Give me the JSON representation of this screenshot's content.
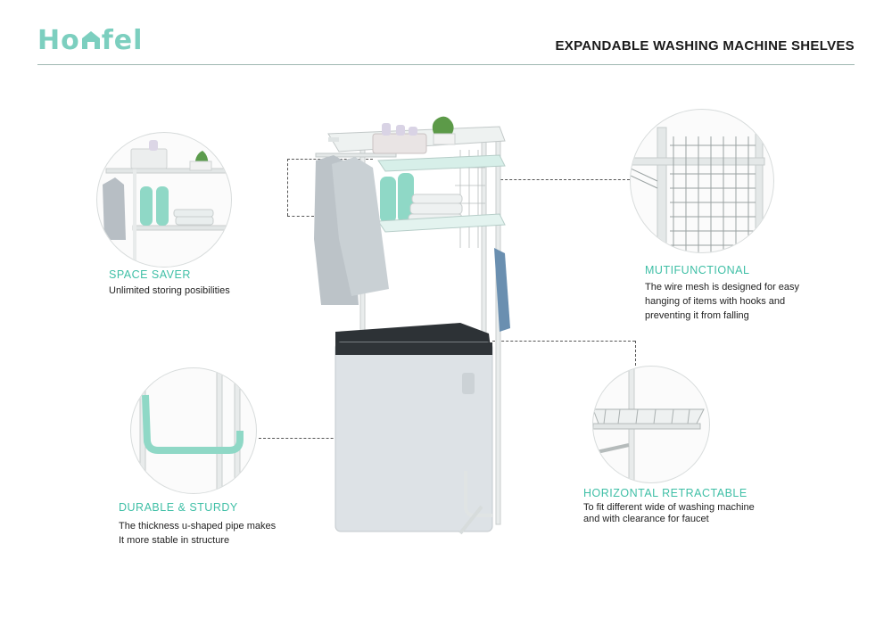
{
  "brand": {
    "logo_text_left": "Ho",
    "logo_text_right": "fel",
    "accent": "#7ccfbf"
  },
  "header": {
    "title": "EXPANDABLE WASHING MACHINE SHELVES"
  },
  "features": {
    "space_saver": {
      "title": "SPACE SAVER",
      "desc": "Unlimited storing posibilities"
    },
    "multifunctional": {
      "title": "MUTIFUNCTIONAL",
      "desc_lines": [
        "The wire mesh is designed for easy",
        "hanging of items with hooks and",
        "preventing it from falling"
      ]
    },
    "durable": {
      "title": "DURABLE & STURDY",
      "desc_lines": [
        "The thickness u-shaped pipe makes",
        "It more stable in structure"
      ]
    },
    "retractable": {
      "title": "HORIZONTAL RETRACTABLE",
      "desc_lines": [
        "To fit different wide of washing machine",
        "and with clearance for faucet"
      ]
    }
  },
  "colors": {
    "feature_title": "#3fbfa6",
    "shelf_frame": "#e6e9ea",
    "machine_body": "#dfe3e6",
    "bottle": "#8fd8c6"
  }
}
